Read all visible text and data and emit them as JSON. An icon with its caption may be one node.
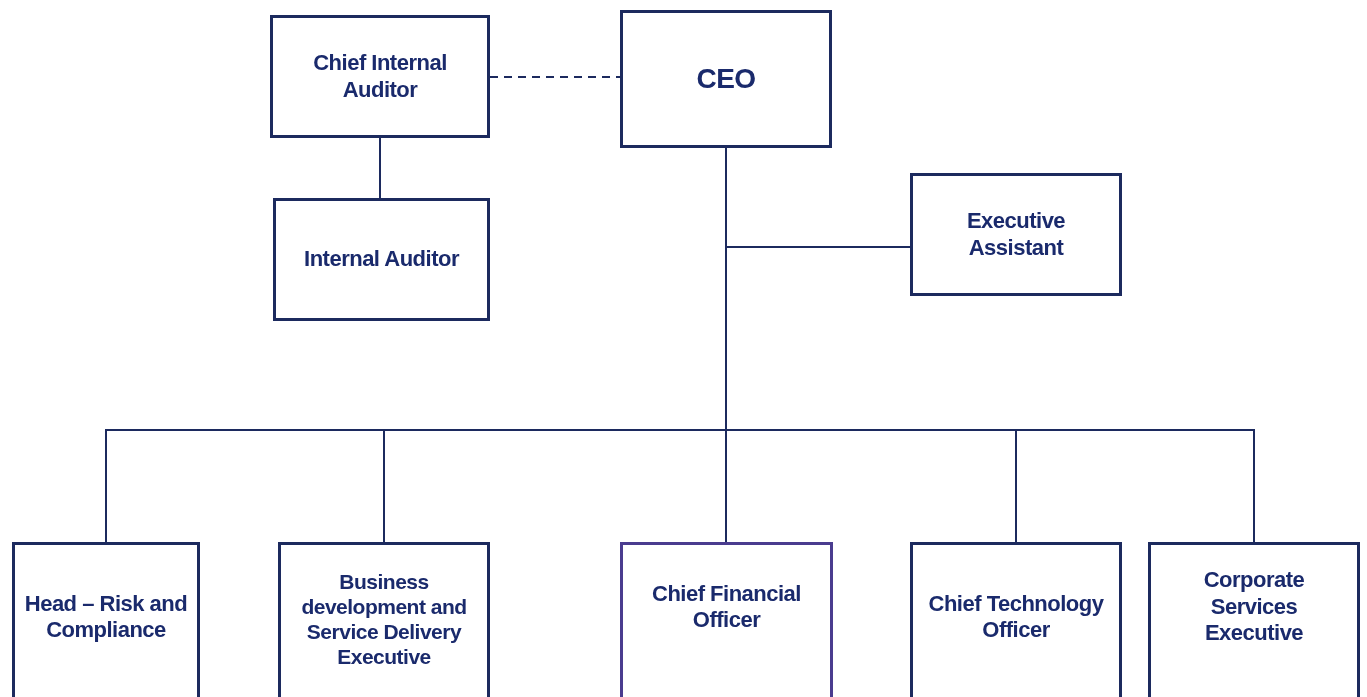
{
  "diagram": {
    "nodes": [
      {
        "text": [
          "Chief Internal Auditor"
        ]
      },
      {
        "text": [
          "CEO"
        ]
      },
      {
        "text": [
          "Internal Auditor"
        ]
      },
      {
        "text": [
          "Executive Assistant"
        ]
      },
      {
        "text": [
          "Head – Risk and Compliance"
        ]
      },
      {
        "text": [
          "Business development and Service Delivery Executive"
        ]
      },
      {
        "text": [
          "Chief Financial Officer"
        ]
      },
      {
        "text": [
          "Chief Technology Officer"
        ]
      },
      {
        "text": [
          "Corporate Services Executive"
        ]
      }
    ],
    "edges": [
      {
        "from": 0,
        "to": 1,
        "arrow": "none",
        "style": "dashed"
      },
      {
        "from": 0,
        "to": 2,
        "arrow": "none"
      },
      {
        "from": 1,
        "to": 3,
        "arrow": "none"
      },
      {
        "from": 1,
        "to": 4,
        "arrow": "none"
      },
      {
        "from": 1,
        "to": 5,
        "arrow": "none"
      },
      {
        "from": 1,
        "to": 6,
        "arrow": "none"
      },
      {
        "from": 1,
        "to": 7,
        "arrow": "none"
      },
      {
        "from": 1,
        "to": 8,
        "arrow": "none"
      }
    ]
  }
}
